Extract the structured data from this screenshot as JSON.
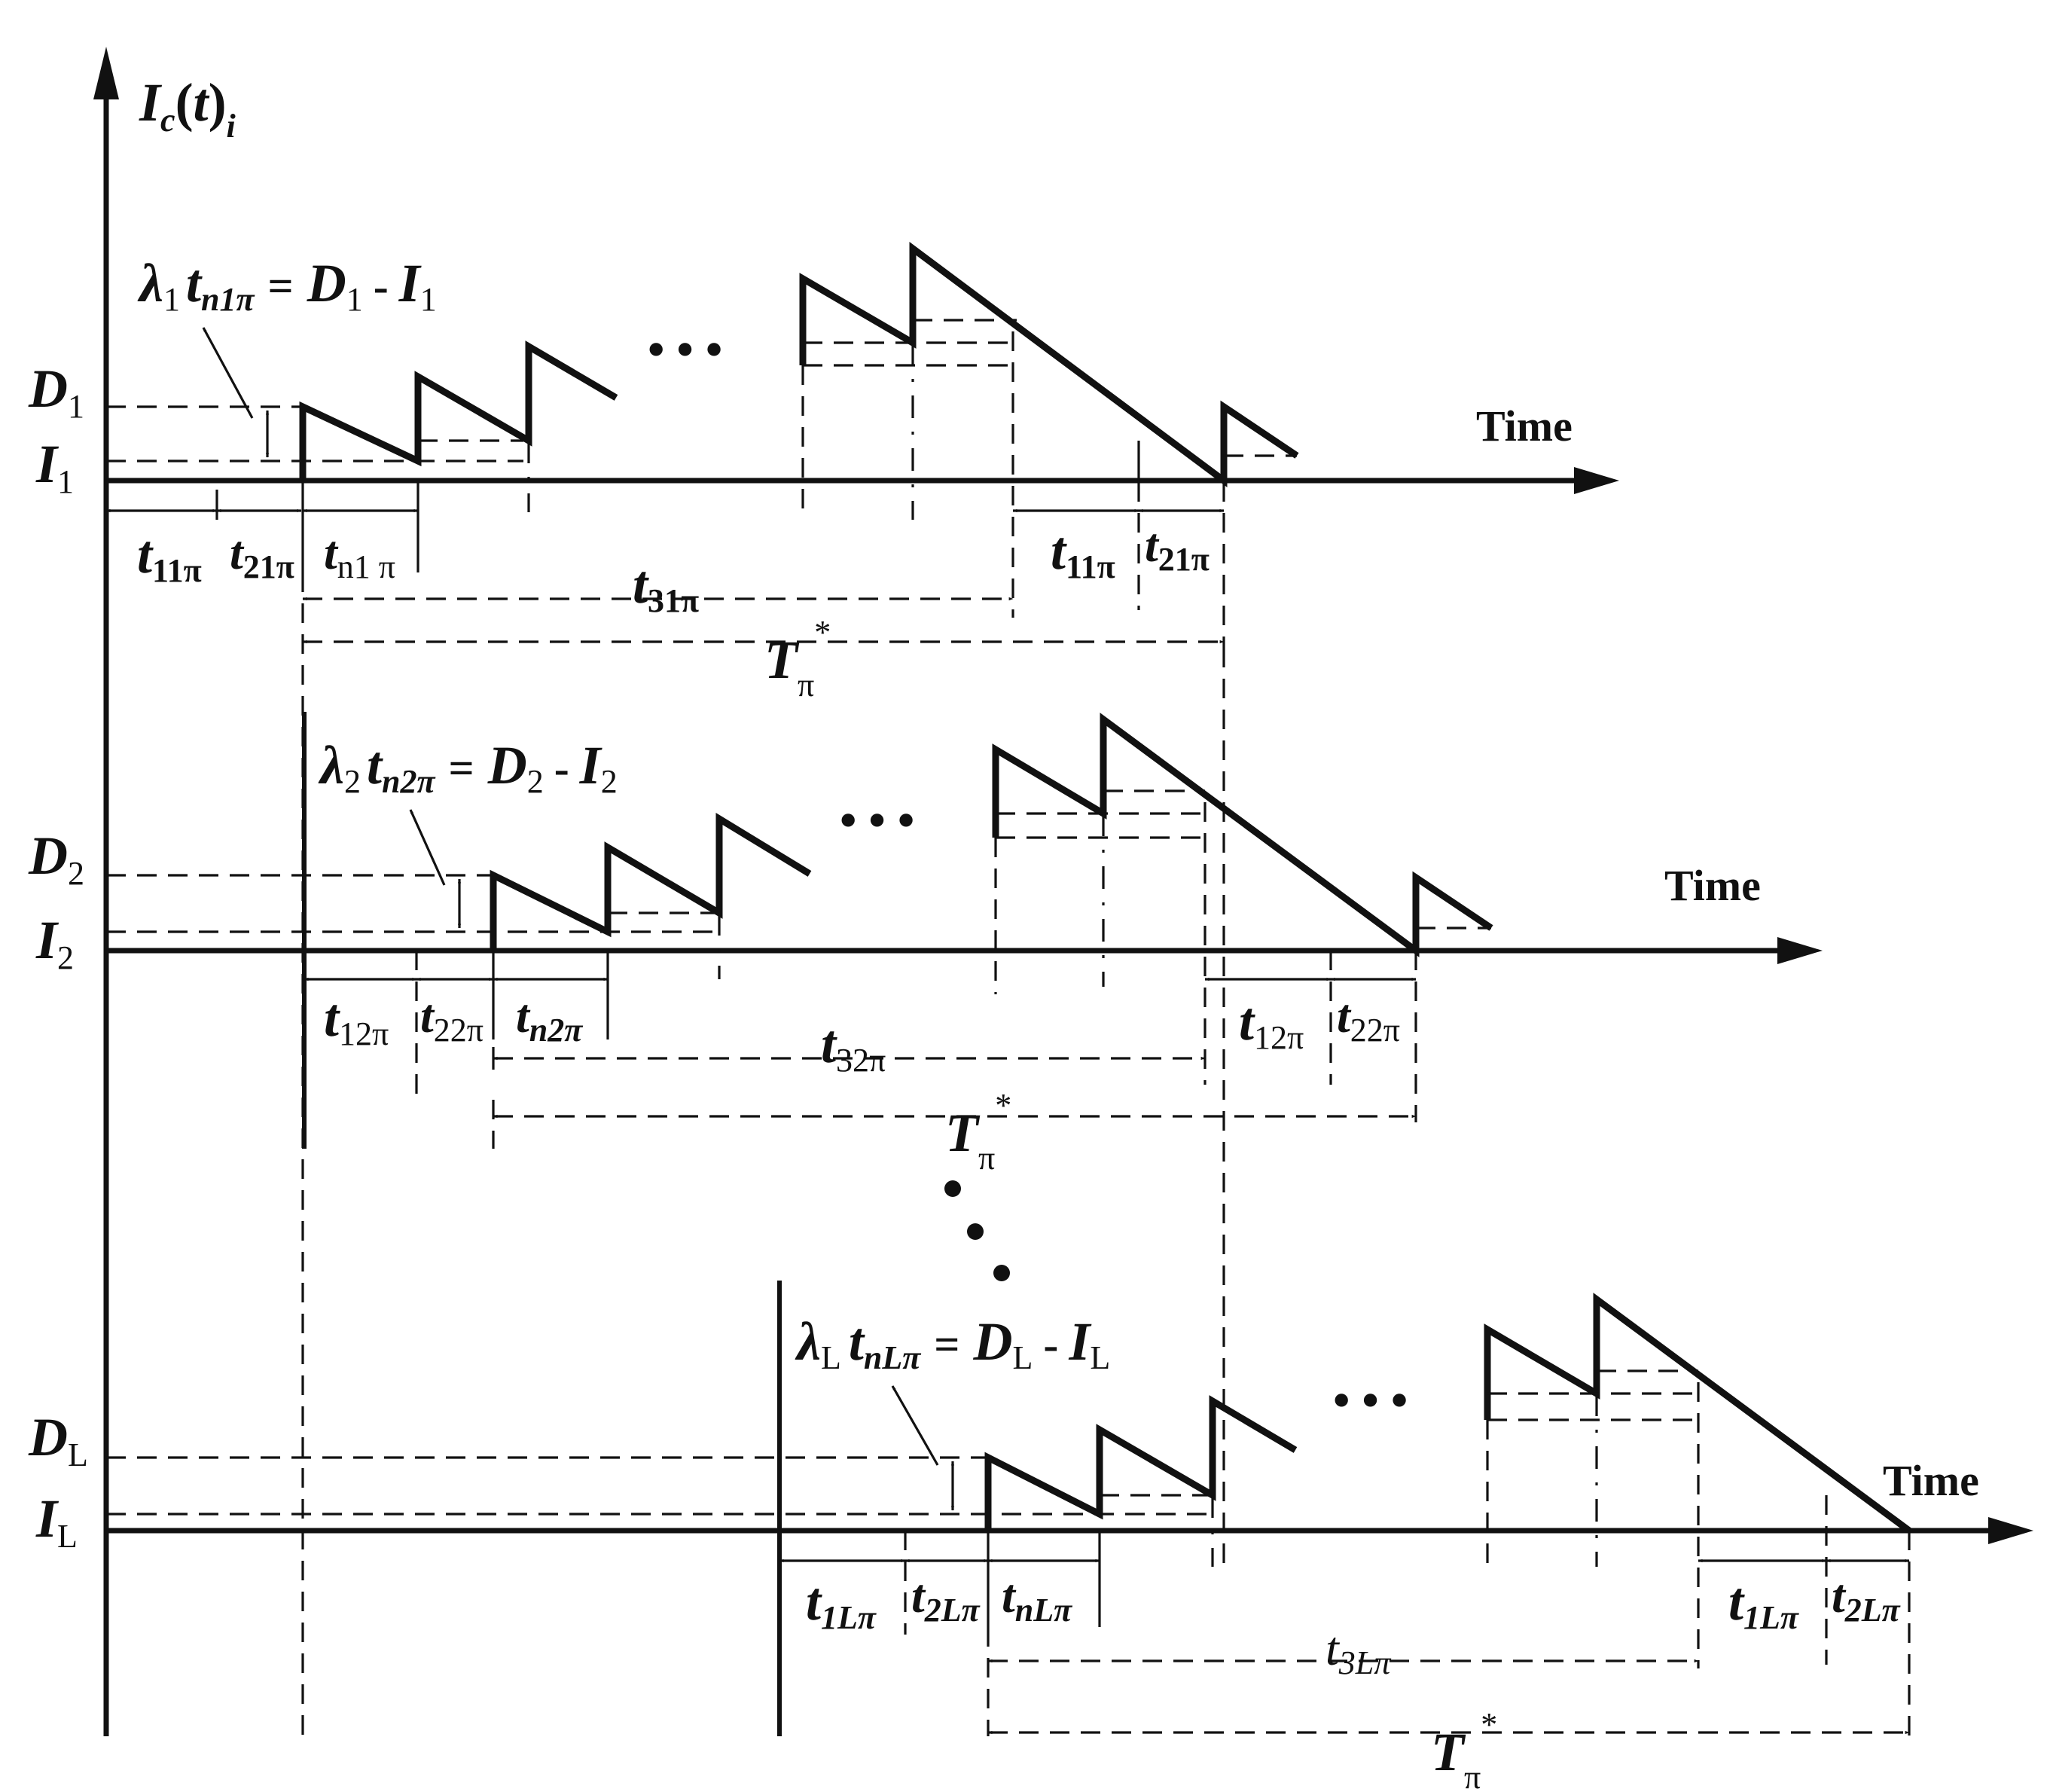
{
  "y_axis": {
    "symbol": "I",
    "symbol_sub": "c",
    "open": "(",
    "arg": "t",
    "close": ")",
    "index": "i"
  },
  "ellipsis": "• • •",
  "panels": [
    {
      "id": "1",
      "axis_label": "Time",
      "level_d": {
        "main": "D",
        "sub": "1"
      },
      "level_i": {
        "main": "I",
        "sub": "1"
      },
      "equation": {
        "lambda": "λ",
        "lambda_sub": "1",
        "t": "t",
        "t_sub": "n1π",
        "eq": "=",
        "d": "D",
        "d_sub": "1",
        "minus": "-",
        "i": "I",
        "i_sub": "1"
      },
      "intervals": {
        "t1": {
          "main": "t",
          "sub": "11π"
        },
        "t2": {
          "main": "t",
          "sub": "21π"
        },
        "tn": {
          "main": "t",
          "sub": "n1 π"
        },
        "t3": {
          "main": "t",
          "sub": "31π"
        },
        "t1b": {
          "main": "t",
          "sub": "11π"
        },
        "t2b": {
          "main": "t",
          "sub": "21π"
        },
        "T": {
          "main": "T",
          "sub": "π",
          "sup": "*"
        }
      }
    },
    {
      "id": "2",
      "axis_label": "Time",
      "level_d": {
        "main": "D",
        "sub": "2"
      },
      "level_i": {
        "main": "I",
        "sub": "2"
      },
      "equation": {
        "lambda": "λ",
        "lambda_sub": "2",
        "t": "t",
        "t_sub": "n2π",
        "eq": "=",
        "d": "D",
        "d_sub": "2",
        "minus": "-",
        "i": "I",
        "i_sub": "2"
      },
      "intervals": {
        "t1": {
          "main": "t",
          "sub": "12π"
        },
        "t2": {
          "main": "t",
          "sub": "22π"
        },
        "tn": {
          "main": "t",
          "sub": "n2π"
        },
        "t3": {
          "main": "t",
          "sub": "32π"
        },
        "t1b": {
          "main": "t",
          "sub": "12π"
        },
        "t2b": {
          "main": "t",
          "sub": "22π"
        },
        "T": {
          "main": "T",
          "sub": "π",
          "sup": "*"
        }
      }
    },
    {
      "id": "L",
      "axis_label": "Time",
      "level_d": {
        "main": "D",
        "sub": "L"
      },
      "level_i": {
        "main": "I",
        "sub": "L"
      },
      "equation": {
        "lambda": "λ",
        "lambda_sub": "L",
        "t": "t",
        "t_sub": "nLπ",
        "eq": "=",
        "d": "D",
        "d_sub": "L",
        "minus": "-",
        "i": "I",
        "i_sub": "L"
      },
      "intervals": {
        "t1": {
          "main": "t",
          "sub": "1Lπ"
        },
        "t2": {
          "main": "t",
          "sub": "2Lπ"
        },
        "tn": {
          "main": "t",
          "sub": "nLπ"
        },
        "t3": {
          "main": "t",
          "sub": "3Lπ"
        },
        "t1b": {
          "main": "t",
          "sub": "1Lπ"
        },
        "t2b": {
          "main": "t",
          "sub": "2Lπ"
        },
        "T": {
          "main": "T",
          "sub": "π",
          "sup": "*"
        }
      }
    }
  ]
}
